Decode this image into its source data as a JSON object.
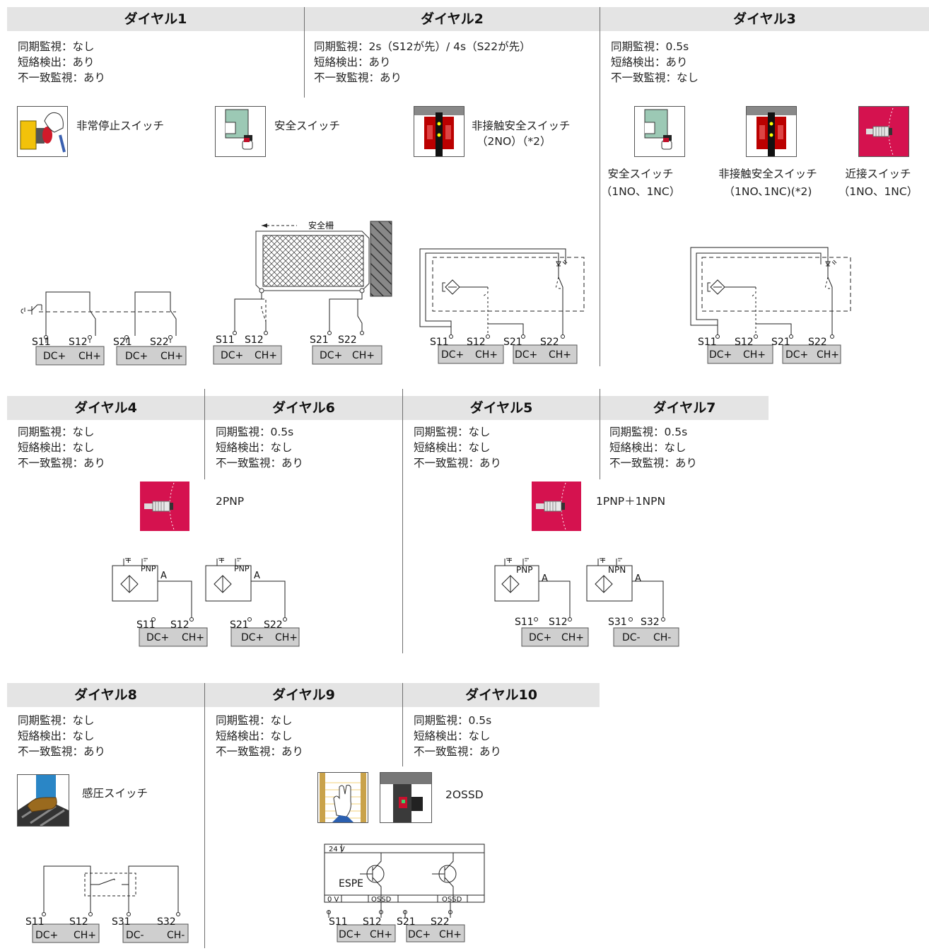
{
  "rows": [
    {
      "panels": [
        {
          "title": "ダイヤル1",
          "desc": [
            "同期監視：なし",
            "短絡検出：あり",
            "不一致監視：あり"
          ]
        },
        {
          "title": "ダイヤル2",
          "desc": [
            "同期監視：2s（S12が先）/ 4s（S22が先）",
            "短絡検出：あり",
            "不一致監視：あり"
          ]
        },
        {
          "title": "ダイヤル3",
          "desc": [
            "同期監視：0.5s",
            "短絡検出：あり",
            "不一致監視：なし"
          ]
        }
      ]
    },
    {
      "panels": [
        {
          "title": "ダイヤル4",
          "desc": [
            "同期監視：なし",
            "短絡検出：なし",
            "不一致監視：あり"
          ]
        },
        {
          "title": "ダイヤル6",
          "desc": [
            "同期監視：0.5s",
            "短絡検出：なし",
            "不一致監視：あり"
          ]
        },
        {
          "title": "ダイヤル5",
          "desc": [
            "同期監視：なし",
            "短絡検出：なし",
            "不一致監視：あり"
          ]
        },
        {
          "title": "ダイヤル7",
          "desc": [
            "同期監視：0.5s",
            "短絡検出：なし",
            "不一致監視：あり"
          ]
        }
      ]
    },
    {
      "panels": [
        {
          "title": "ダイヤル8",
          "desc": [
            "同期監視：なし",
            "短絡検出：なし",
            "不一致監視：あり"
          ]
        },
        {
          "title": "ダイヤル9",
          "desc": [
            "同期監視：なし",
            "短絡検出：なし",
            "不一致監視：あり"
          ]
        },
        {
          "title": "ダイヤル10",
          "desc": [
            "同期監視：0.5s",
            "短絡検出：なし",
            "不一致監視：あり"
          ]
        }
      ]
    }
  ],
  "devices": {
    "estop": "非常停止スイッチ",
    "safety_switch": "安全スイッチ",
    "noncontact_2no_1": "非接触安全スイッチ",
    "noncontact_2no_2": "（2NO）（*2）",
    "d3_safety_1": "安全スイッチ",
    "d3_safety_2": "（1NO、1NC）",
    "d3_noncontact_1": "非接触安全スイッチ",
    "d3_noncontact_2": "（1NO､1NC)(*2)",
    "d3_proximity_1": "近接スイッチ",
    "d3_proximity_2": "（1NO、1NC）",
    "pnp2": "2PNP",
    "pnp_npn": "1PNP＋1NPN",
    "mat": "感圧スイッチ",
    "ossd": "2OSSD"
  },
  "terminals": {
    "s11": "S11",
    "s12": "S12",
    "s21": "S21",
    "s22": "S22",
    "s31": "S31",
    "s32": "S32",
    "dcp": "DC+",
    "chp": "CH+",
    "dcm": "DC-",
    "chm": "CH-"
  },
  "schematic": {
    "fence": "安全柵",
    "pnp": "PNP",
    "npn": "NPN",
    "out_a": "A",
    "plus": "+",
    "minus": "-",
    "v24": "24 V",
    "v0": "0 V",
    "ossd": "OSSD",
    "espe": "ESPE"
  }
}
